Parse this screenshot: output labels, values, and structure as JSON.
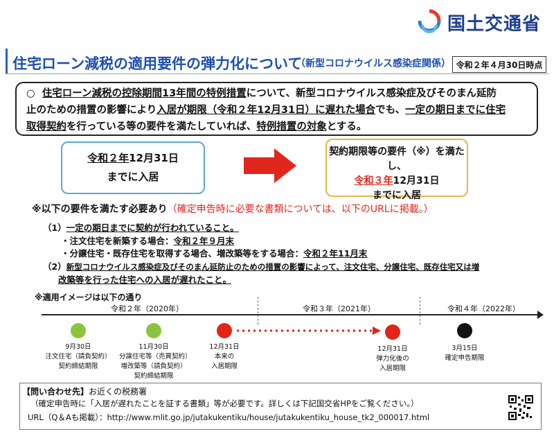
{
  "header": {
    "org_name": "国土交通省",
    "title_main": "住宅ローン減税の適用要件の弾力化について",
    "title_sub": "（新型コロナウイルス感染症関係）",
    "as_of_date": "令和２年４月30日時点"
  },
  "summary": {
    "bullet": "○",
    "s1": "住宅ローン減税の控除期間13年間の特例措置",
    "s2": "について、新型コロナウイルス感染症及びその",
    "s3": "まん延防",
    "s4": "止のための措置の影響により",
    "s5": "入居が期限（令和２年12月31日）に遅れた場合",
    "s6": "でも、",
    "s7": "一定の期日までに住宅",
    "s8": "取得契約",
    "s9": "を行っている等の要件を満たしていれば、",
    "s10": "特例措置の対象",
    "s11": "とする。"
  },
  "before_box": {
    "era": "令和２年",
    "date": "12月31日",
    "line2": "までに入居"
  },
  "after_box": {
    "line1": "契約期限等の要件（※）を満たし、",
    "era": "令和３年",
    "date": "12月31日",
    "line3": "までに入居"
  },
  "requirements": {
    "note_head": "※以下の要件を満たす必要あり",
    "note_red": "（確定申告時に必要な書類については、以下のURLに掲載。）",
    "r1_num": "（1）",
    "r1_text": "一定の期日までに契約が行われていること。",
    "r1a_label": "・注文住宅を新築する場合：",
    "r1a_date": "令和２年９月末",
    "r1b_label": "・分譲住宅・既存住宅を取得する場合、増改築等をする場合：",
    "r1b_date": "令和２年11月末",
    "r2_num": "（2）",
    "r2_line1": "新型コロナウイルス感染症及びそのまん延防止のための措置の影響によって、注文住宅、分譲住宅、既存住宅又は増",
    "r2_line2": "改築等を行った住宅への入居が遅れたこと。"
  },
  "timeline": {
    "note": "※適用イメージは以下の通り",
    "years": [
      "令和２年（2020年）",
      "令和３年（2021年）",
      "令和４年（2022年）"
    ],
    "events": [
      {
        "date": "9月30日",
        "lines": [
          "注文住宅（請負契約）",
          "契約締結期限"
        ],
        "color": "#8cc43f"
      },
      {
        "date": "11月30日",
        "lines": [
          "分譲住宅等（売買契約）",
          "増改築等（請負契約）",
          "契約締結期限"
        ],
        "color": "#8cc43f"
      },
      {
        "date": "12月31日",
        "lines": [
          "本来の",
          "入居期限"
        ],
        "color": "#e22419"
      },
      {
        "date": "12月31日",
        "lines": [
          "弾力化後の",
          "入居期限"
        ],
        "color": "#e22419"
      },
      {
        "date": "3月15日",
        "lines": [
          "確定申告期限"
        ],
        "color": "#111111"
      }
    ]
  },
  "contact": {
    "heading": "【問い合わせ先】",
    "heading_rest": "お近くの税務署",
    "line2": "（確定申告時に「入居が遅れたことを証する書類」等が必要です。詳しくは下記国交省HPをご覧ください。）",
    "line3": "URL（Q＆Aも掲載）：http://www.mlit.go.jp/jutakukentiku/house/jutakukentiku_house_tk2_000017.html"
  }
}
